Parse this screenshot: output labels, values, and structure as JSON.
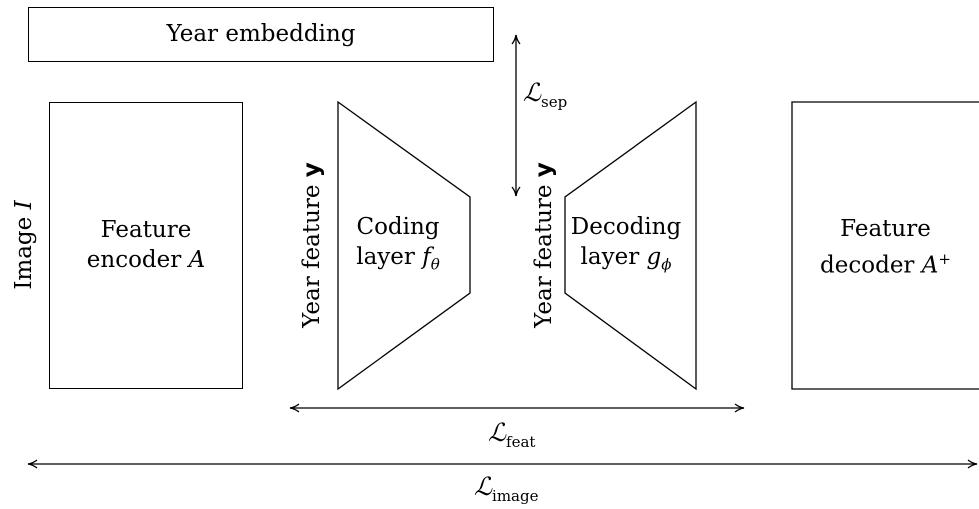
{
  "year_embedding": {
    "label": "Year embedding"
  },
  "image_input": {
    "label_prefix": "Image",
    "label_var": "I"
  },
  "feature_encoder": {
    "line1": "Feature",
    "line2_prefix": "encoder",
    "line2_var": "A"
  },
  "year_feature_left": {
    "label_prefix": "Year feature",
    "label_var": "y"
  },
  "coding_layer": {
    "line1": "Coding",
    "line2_prefix": "layer",
    "line2_var": "f",
    "line2_sub": "θ"
  },
  "year_feature_right": {
    "label_prefix": "Year feature",
    "label_var": "y"
  },
  "decoding_layer": {
    "line1": "Decoding",
    "line2_prefix": "layer",
    "line2_var": "g",
    "line2_sub": "ϕ"
  },
  "feature_decoder": {
    "line1": "Feature",
    "line2_prefix": "decoder",
    "line2_var": "A",
    "line2_sup": "+"
  },
  "losses": {
    "sep": {
      "symbol": "ℒ",
      "sub": "sep"
    },
    "feat": {
      "symbol": "ℒ",
      "sub": "feat"
    },
    "image": {
      "symbol": "ℒ",
      "sub": "image"
    }
  }
}
